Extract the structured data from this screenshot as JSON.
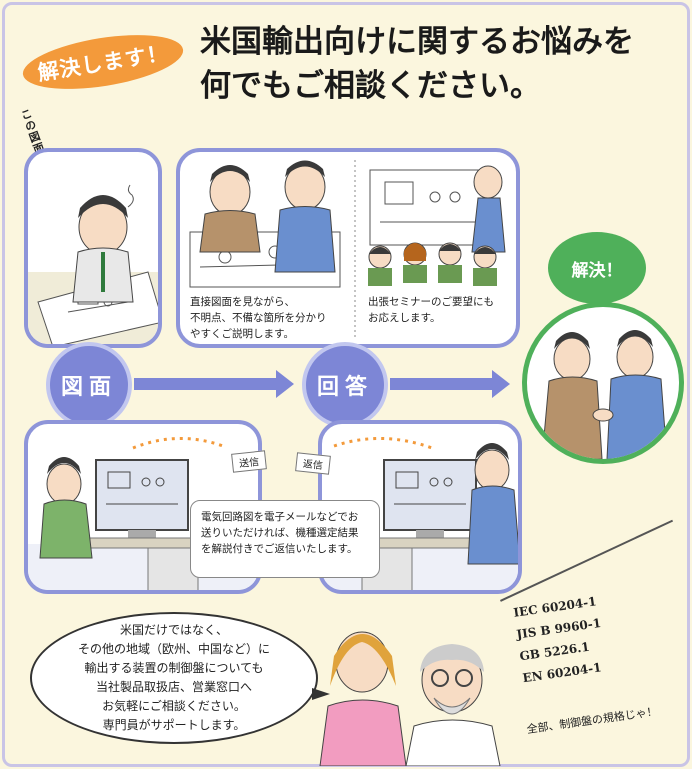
{
  "badge": "解決します！",
  "headline": [
    "米国輸出向けに関するお悩みを",
    "何でもご相談ください。"
  ],
  "worry_text": "この図面で大丈夫かな？",
  "panels": {
    "direct_caption": [
      "直接図面を見ながら、",
      "不明点、不備な箇所を分かり",
      "やすくご説明します。"
    ],
    "seminar_caption": [
      "出張セミナーのご要望にも",
      "お応えします。"
    ]
  },
  "nodes": {
    "drawing": "図面",
    "answer": "回答"
  },
  "result": "解決！",
  "tags": {
    "send": "送信",
    "reply": "返信"
  },
  "email_note": [
    "電気回路図を電子メールなどでお",
    "送りいただければ、機種選定結果",
    "を解説付きでご返信いたします。"
  ],
  "speech": [
    "米国だけではなく、",
    "その他の地域（欧州、中国など）に",
    "輸出する装置の制御盤についても",
    "当社製品取扱店、営業窓口へ",
    "お気軽にご相談ください。",
    "専門員がサポートします。"
  ],
  "standards": [
    "IEC 60204-1",
    "JIS B 9960-1",
    "GB 5226.1",
    "EN 60204-1"
  ],
  "standards_note": "全部、制御盤の規格じゃ！",
  "colors": {
    "background": "#fbf6de",
    "panel_border": "#8e95d9",
    "accent_orange": "#f39a3b",
    "accent_green": "#4fb05a"
  }
}
